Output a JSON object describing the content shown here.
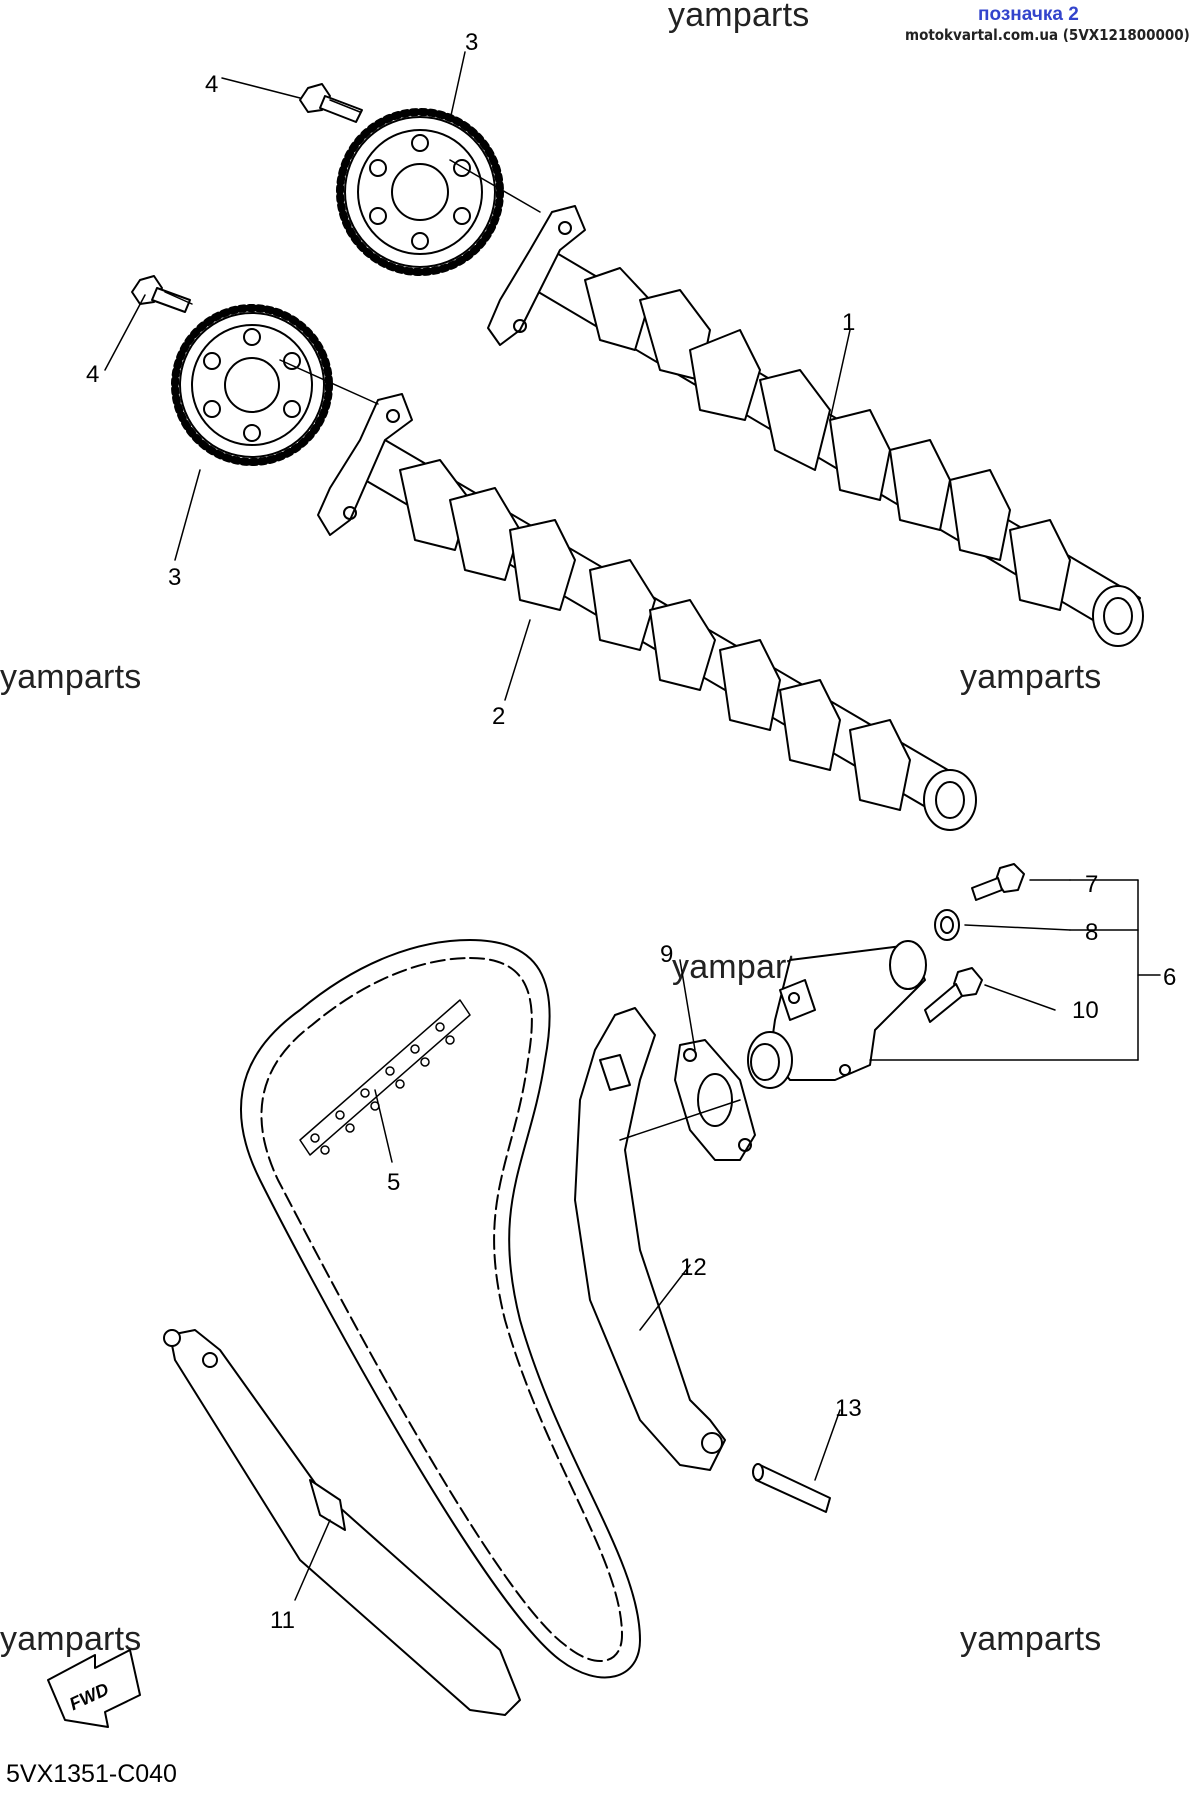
{
  "header": {
    "link_label": "позначка 2",
    "source": "motokvartal.com.ua (5VX121800000)"
  },
  "watermarks": [
    "yamparts",
    "yamparts",
    "yamparts",
    "yamparts",
    "yamparts",
    "yamparts"
  ],
  "callouts": [
    "1",
    "2",
    "3",
    "3",
    "4",
    "4",
    "5",
    "6",
    "7",
    "8",
    "9",
    "10",
    "11",
    "12",
    "13"
  ],
  "fwd_label": "FWD",
  "diagram_code": "5VX1351-C040"
}
